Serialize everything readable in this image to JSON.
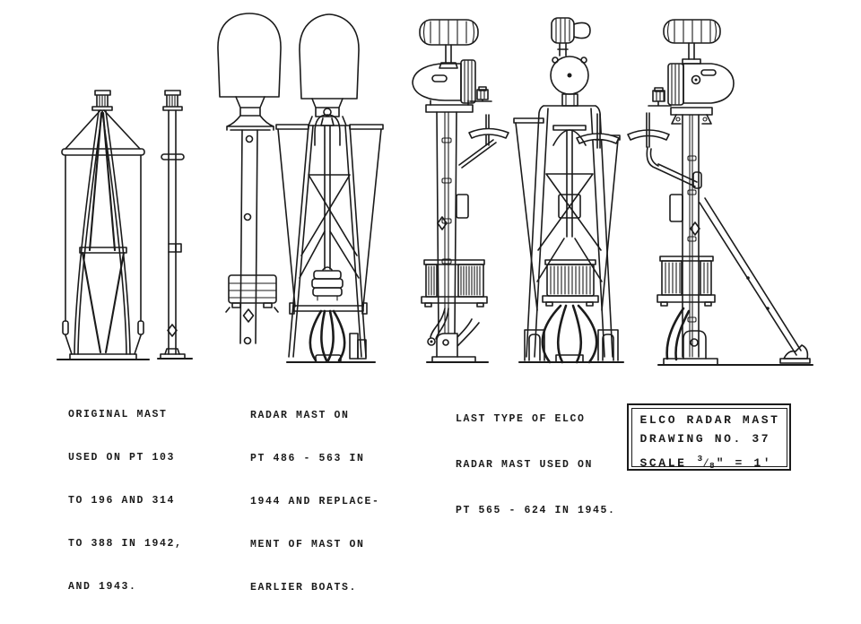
{
  "colors": {
    "ink": "#1b1b1b",
    "paper": "#ffffff"
  },
  "figures": [
    {
      "name": "original-lattice-mast-front-view"
    },
    {
      "name": "original-mast-side-view"
    },
    {
      "name": "radome-mast-side-view"
    },
    {
      "name": "radome-mast-front-view"
    },
    {
      "name": "late-radar-mast-side-view"
    },
    {
      "name": "late-radar-mast-front-view"
    },
    {
      "name": "late-radar-mast-braced-side-view"
    }
  ],
  "captions": [
    {
      "lines": [
        "ORIGINAL MAST",
        "USED ON PT 103",
        "TO 196 AND 314",
        "TO 388 IN 1942,",
        "AND 1943."
      ]
    },
    {
      "lines": [
        "RADAR MAST ON",
        "PT 486 - 563 IN",
        "1944 AND REPLACE-",
        "MENT OF MAST ON",
        "EARLIER BOATS."
      ]
    },
    {
      "lines": [
        "LAST TYPE OF ELCO",
        "RADAR MAST USED ON",
        "PT 565 - 624 IN 1945."
      ]
    }
  ],
  "title_block": {
    "title": "ELCO RADAR MAST",
    "drawing_no": "DRAWING NO. 37",
    "scale_label": "SCALE",
    "scale_numerator": "3",
    "scale_slash": "⁄",
    "scale_denominator": "8",
    "scale_suffix": "\" = 1'"
  }
}
